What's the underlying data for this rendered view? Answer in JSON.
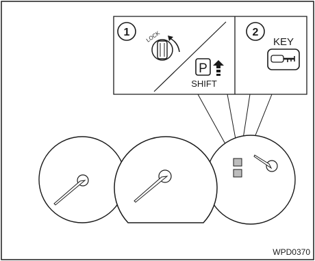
{
  "figure": {
    "callout_1": {
      "number": "1",
      "lock_label": "LOCK",
      "shift_p_symbol": "P",
      "shift_label": "SHIFT"
    },
    "callout_2": {
      "number": "2",
      "key_label": "KEY"
    },
    "figure_id": "WPD0370"
  },
  "colors": {
    "line": "#1a1a1a",
    "panel": "#ffffff",
    "indicator_fill": "#bdbdbd"
  }
}
